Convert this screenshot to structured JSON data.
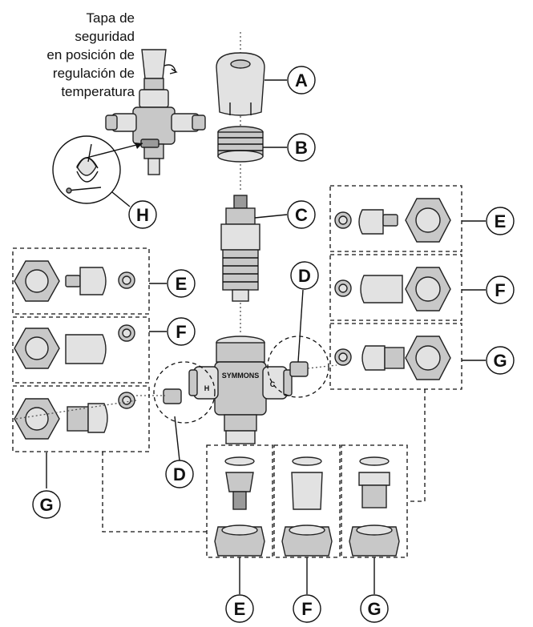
{
  "caption_lines": [
    "Tapa de",
    "seguridad",
    "en posición de",
    "regulación de",
    "temperatura"
  ],
  "labels": {
    "A": "A",
    "B": "B",
    "C": "C",
    "D": "D",
    "E": "E",
    "F": "F",
    "G": "G",
    "H": "H"
  },
  "brand": "SYMMONS",
  "port_marks": {
    "hot": "H",
    "cold": "C"
  },
  "colors": {
    "line": "#111111",
    "part_fill": "#c8c8c8",
    "part_light": "#e2e2e2",
    "part_dark": "#9a9a9a"
  }
}
